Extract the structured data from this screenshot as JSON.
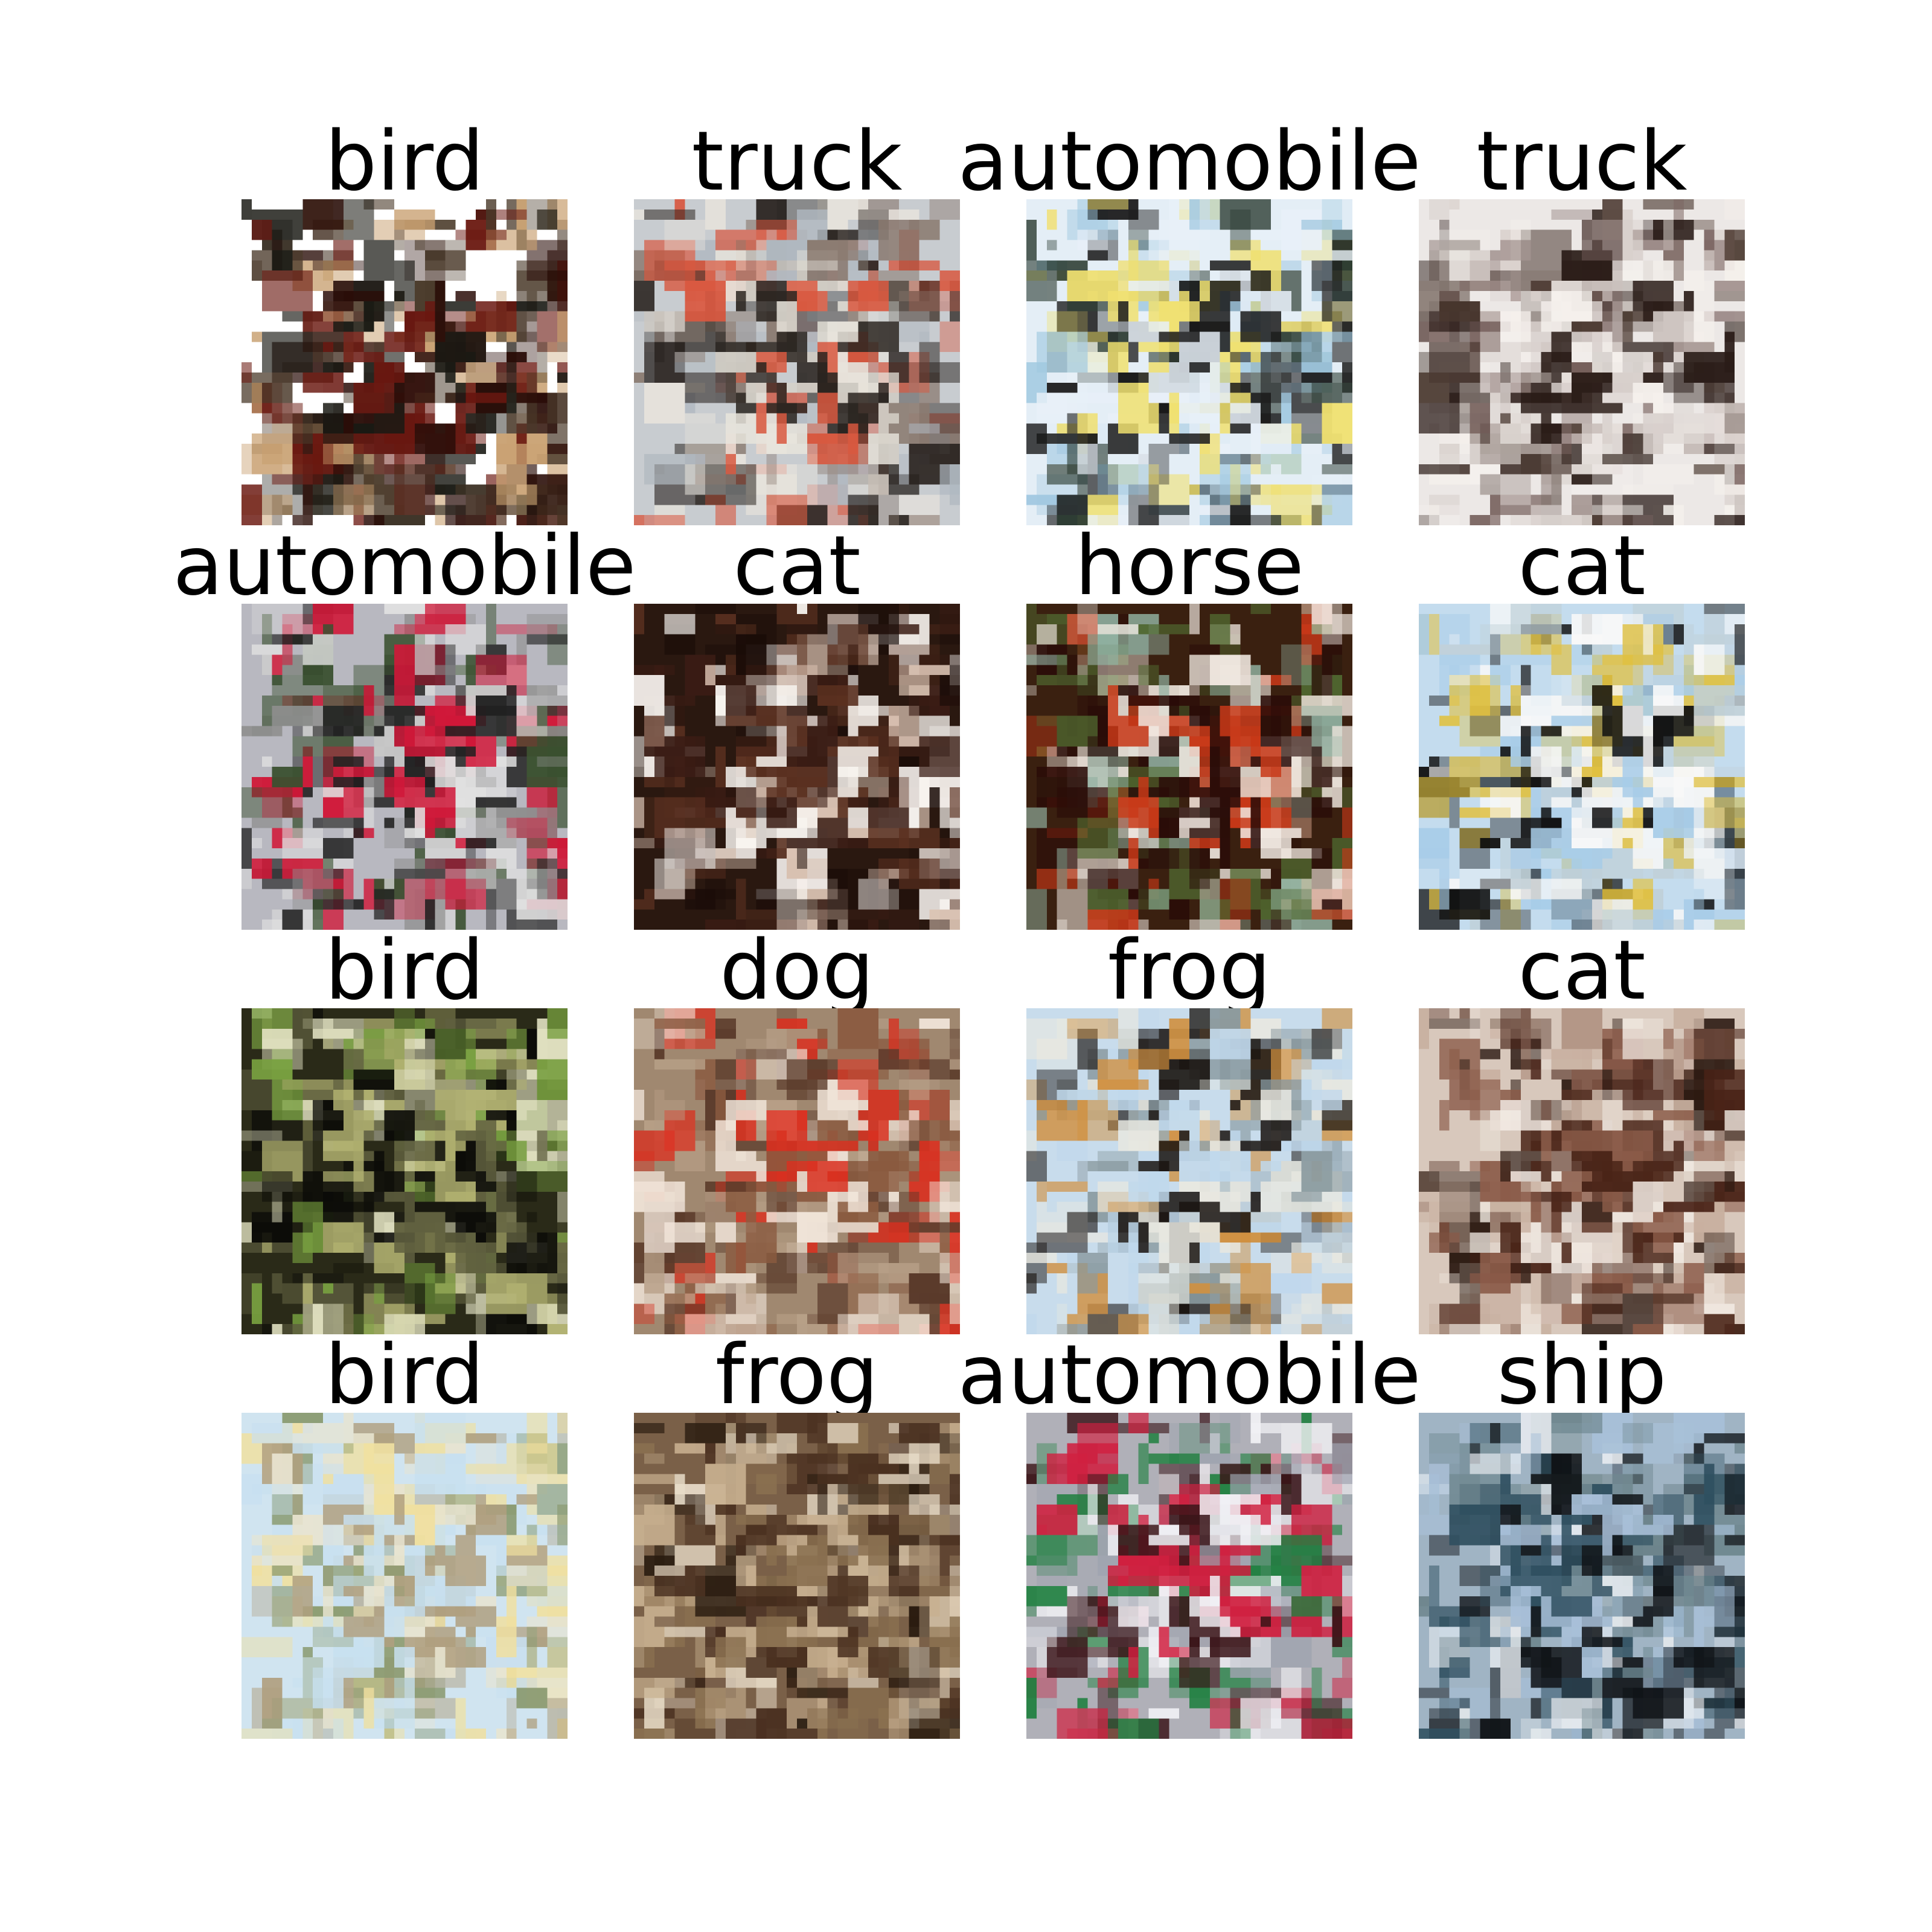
{
  "panels": [
    {
      "label": "bird",
      "palette": [
        "#2a0d08",
        "#6a1810",
        "#1a1a14",
        "#c8a070",
        "#4a3a2a"
      ],
      "background": "#ffffff"
    },
    {
      "label": "truck",
      "palette": [
        "#e8e4dc",
        "#d85840",
        "#2a2420",
        "#b0b8c0",
        "#8a7a70"
      ],
      "background": "#c8ccd0"
    },
    {
      "label": "automobile",
      "palette": [
        "#e8f0f8",
        "#f0e070",
        "#1a1a1a",
        "#a0c8e0",
        "#2a3a30"
      ],
      "background": "#e4eef6"
    },
    {
      "label": "truck",
      "palette": [
        "#d8d0cc",
        "#2a1c18",
        "#f4f0ec",
        "#7a6460",
        "#4a3830"
      ],
      "background": "#ece8e6"
    },
    {
      "label": "automobile",
      "palette": [
        "#d01838",
        "#e0e0e0",
        "#202020",
        "#909090",
        "#3a5030"
      ],
      "background": "#b8b8c0"
    },
    {
      "label": "cat",
      "palette": [
        "#f8f4f0",
        "#3a1c14",
        "#5a3020",
        "#d8c0b0",
        "#1a0c08"
      ],
      "background": "#2a1810"
    },
    {
      "label": "horse",
      "palette": [
        "#2a0c08",
        "#c83818",
        "#f0e8e0",
        "#506830",
        "#90b0a0"
      ],
      "background": "#3a2010"
    },
    {
      "label": "cat",
      "palette": [
        "#a8cce8",
        "#101010",
        "#f8f8f8",
        "#c0d0d8",
        "#e0c040"
      ],
      "background": "#c4dcee"
    },
    {
      "label": "bird",
      "palette": [
        "#0c0c08",
        "#606040",
        "#b0b070",
        "#78a040",
        "#e0e0c0"
      ],
      "background": "#2a2a18"
    },
    {
      "label": "dog",
      "palette": [
        "#f0e4d8",
        "#8a5a40",
        "#d83020",
        "#b8a088",
        "#5a3a2a"
      ],
      "background": "#a08870"
    },
    {
      "label": "frog",
      "palette": [
        "#c0d8ec",
        "#1a1410",
        "#e8e8e0",
        "#8a9aa0",
        "#d09040"
      ],
      "background": "#c8dcec"
    },
    {
      "label": "cat",
      "palette": [
        "#4a2418",
        "#f0e8e0",
        "#8a5a48",
        "#c8b0a0",
        "#2a1810"
      ],
      "background": "#d8c8bc"
    },
    {
      "label": "bird",
      "palette": [
        "#c8e0f0",
        "#e8e4d0",
        "#b0a080",
        "#f0e0a0",
        "#8a9a70"
      ],
      "background": "#d0e4f0"
    },
    {
      "label": "frog",
      "palette": [
        "#4a3020",
        "#c8b090",
        "#8a7050",
        "#e8dcc8",
        "#2a1c10"
      ],
      "background": "#7a6048"
    },
    {
      "label": "automobile",
      "palette": [
        "#3a1418",
        "#f0f0f4",
        "#d02040",
        "#a0a4b0",
        "#208040"
      ],
      "background": "#b0b0b8"
    },
    {
      "label": "ship",
      "palette": [
        "#101418",
        "#a8c0d8",
        "#305060",
        "#708890",
        "#e8ecf0"
      ],
      "background": "#a0b4c4"
    }
  ]
}
